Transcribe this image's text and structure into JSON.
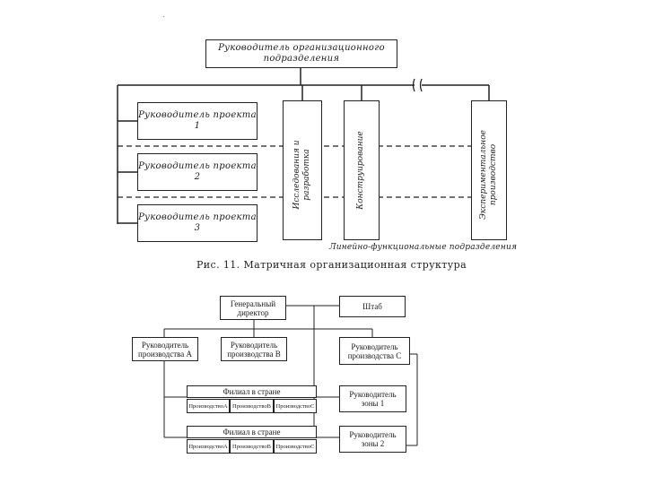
{
  "figure1": {
    "head": "Руководитель организационного подразделения",
    "projects": [
      "Руководитель проекта 1",
      "Руководитель проекта 2",
      "Руководитель проекта 3"
    ],
    "functions": [
      "Исследования и разработка",
      "Конструирование",
      "Экспериментальное производство"
    ],
    "legend": "Линейно-функциональные подразделения",
    "caption": "Рис. 11. Матричная организационная структура"
  },
  "figure2": {
    "director": "Генеральный директор",
    "staff": "Штаб",
    "prodA": "Руководитель производства А",
    "prodB": "Руководитель производства В",
    "prodC": "Руководитель производства С",
    "branch1": "Филиал в стране",
    "branch2": "Филиал в стране",
    "cells": [
      "ПроизводствоА",
      "ПроизводствоВ",
      "ПроизводствоС"
    ],
    "zone1": "Руководитель зоны 1",
    "zone2": "Руководитель зоны 2"
  },
  "mark": "."
}
